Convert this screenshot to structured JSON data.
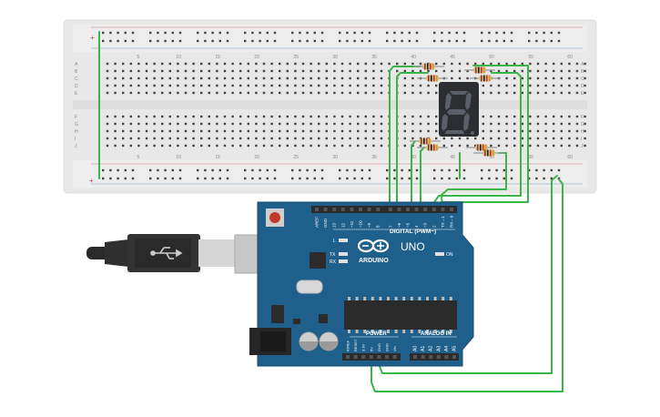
{
  "breadboard": {
    "column_numbers": [
      "5",
      "10",
      "15",
      "20",
      "25",
      "30",
      "35",
      "40",
      "45",
      "50",
      "55",
      "60"
    ],
    "row_letters_top": [
      "A",
      "B",
      "C",
      "D",
      "E"
    ],
    "row_letters_bottom": [
      "F",
      "G",
      "H",
      "I",
      "J"
    ],
    "plus_sign": "+",
    "minus_sign": "−"
  },
  "display": {
    "digit": "8"
  },
  "arduino": {
    "brand": "ARDUINO",
    "model": "UNO",
    "digital_header_label": "DIGITAL (PWM~)",
    "power_label": "POWER",
    "analog_label": "ANALOG IN",
    "on_label": "ON",
    "led_l_label": "L",
    "tx_label": "TX",
    "rx_label": "RX",
    "digital_pins": [
      "AREF",
      "GND",
      "13",
      "12",
      "~11",
      "~10",
      "~9",
      "8",
      "7",
      "~6",
      "~5",
      "4",
      "~3",
      "2",
      "TX→1",
      "RX←0"
    ],
    "power_pins": [
      "IOREF",
      "RESET",
      "3.3V",
      "5V",
      "GND",
      "GND",
      "Vin"
    ],
    "analog_pins": [
      "A0",
      "A1",
      "A2",
      "A3",
      "A4",
      "A5"
    ]
  },
  "colors": {
    "board_blue": "#1f5f8b",
    "breadboard": "#e9e9e9",
    "wire_green": "#3ab54a",
    "segment_red": "#5b5f68",
    "display_body": "#2b2d31"
  }
}
